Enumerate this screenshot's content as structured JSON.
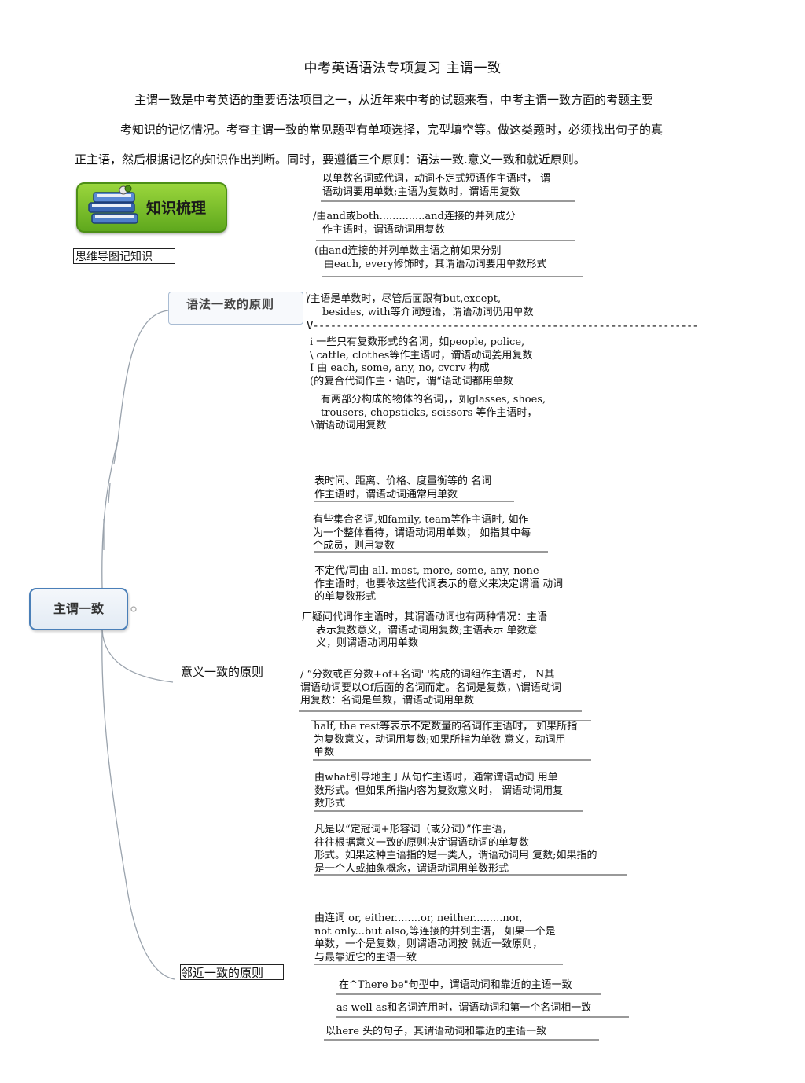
{
  "title": "中考英语语法专项复习  主谓一致",
  "intro": {
    "line1": "主谓一致是中考英语的重要语法项目之一，从近年来中考的试题来看，中考主谓一致方面的考题主要",
    "line2": "考知识的记忆情况。考查主谓一致的常见题型有单项选择，完型填空等。做这类题时，必须找出句子的真",
    "line3": "正主语，然后根据记忆的知识作出判断。同时，要遵循三个原则：语法一致.意义一致和就近原则。"
  },
  "badge": {
    "label": "知识梳理"
  },
  "mindmap_label": "思维导图记知识",
  "root": "主谓一致",
  "branches": {
    "grammar": {
      "label": "语法一致的原则",
      "notes": {
        "n1": [
          "以单数名词或代词，动词不定式短语作主语时，  谓",
          "语动词要用单数;主语为复数时，谓语用复数"
        ],
        "n2": [
          "/由and或both..............and连接的并列成分",
          "作主语时，谓语动词用复数"
        ],
        "n3": [
          "(由and连接的并列单数主语之前如果分别",
          "由each, every修饰时，其谓语动词要用单数形式"
        ],
        "n4": [
          "/主语是单数时，尽管后面跟有but,except,",
          "besides, with等介词短语，谓语动词仍用单数"
        ],
        "divider": "V------------------------------------------------------------------",
        "n5": [
          "i 一些只有复数形式的名词，如people, police,",
          "\\ cattle, clothes等作主语时，谓语动词姜用复数",
          "I 由  each, some, any, no, cvcrv 构成",
          "(的复合代词作主・语时，谓“语动词都用单数"
        ],
        "n6": [
          "有两部分构成的物体的名词，，如glasses, shoes,",
          "trousers, chopsticks, scissors 等作主语时，",
          "\\谓语动词用复数"
        ]
      }
    },
    "meaning": {
      "label": "意义一致的原则",
      "notes": {
        "m1": [
          "表时间、距离、价格、度量衡等的  名词",
          "作主语时，谓语动词通常用单数"
        ],
        "m2": [
          "有些集合名词,如family, team等作主语时,  如作",
          "为一个整体看待，谓语动词用单数；  如指其中每",
          "个成员，则用复数"
        ],
        "m3": [
          "不定代/司由  all. most, more, some, any, none",
          "作主语时，也要依这些代词表示的意义来决定谓语  动词",
          "的单复数形式"
        ],
        "m4": [
          "厂疑问代词作主语时，其谓语动词也有两种情况：主语",
          "表示复数意义，谓语动词用复数;主语表示  单数意",
          "义，则谓语动词用单数"
        ],
        "m5": [
          "/  “分数或百分数+of+名词' '构成的词组作主语时，  N其",
          "谓语动词要以Of后面的名词而定。名词是复数，\\谓语动词",
          "用复数：名词是单数，谓语动词用单数"
        ],
        "m6": [
          "half, the rest等表示不定数量的名词作主语时，  如果所指",
          "为复数意义，动词用复数;如果所指为单数  意义，动词用",
          "单数"
        ],
        "m7": [
          "由what引导地主于从句作主语时，通常谓语动词  用单",
          "数形式。但如果所指内容为复数意义时，  谓语动词用复",
          "数形式"
        ],
        "m8": [
          "凡是以“定冠词+形容词（或分词）”作主语，",
          "往往根据意义一致的原则决定谓语动词的单复数",
          "形式。如果这种主语指的是一类人，谓语动词用  复数;如果指的",
          "是一个人或抽象概念，谓语动词用单数形式"
        ]
      }
    },
    "proximity": {
      "label": "邻近一致的原则",
      "notes": {
        "p1": [
          "由连词  or, either........or, neither.........nor,",
          "not only...but also,等连接的并列主语，  如果一个是",
          "单数，一个是复数，则谓语动词按  就近一致原则，",
          "与最靠近它的主语一致"
        ],
        "p2": "在^There be\"句型中，谓语动词和靠近的主语一致",
        "p3": "as well as和名词连用时，谓语动词和第一个名词相一致",
        "p4": "以here 头的句子，其谓语动词和靠近的主语一致"
      }
    }
  }
}
